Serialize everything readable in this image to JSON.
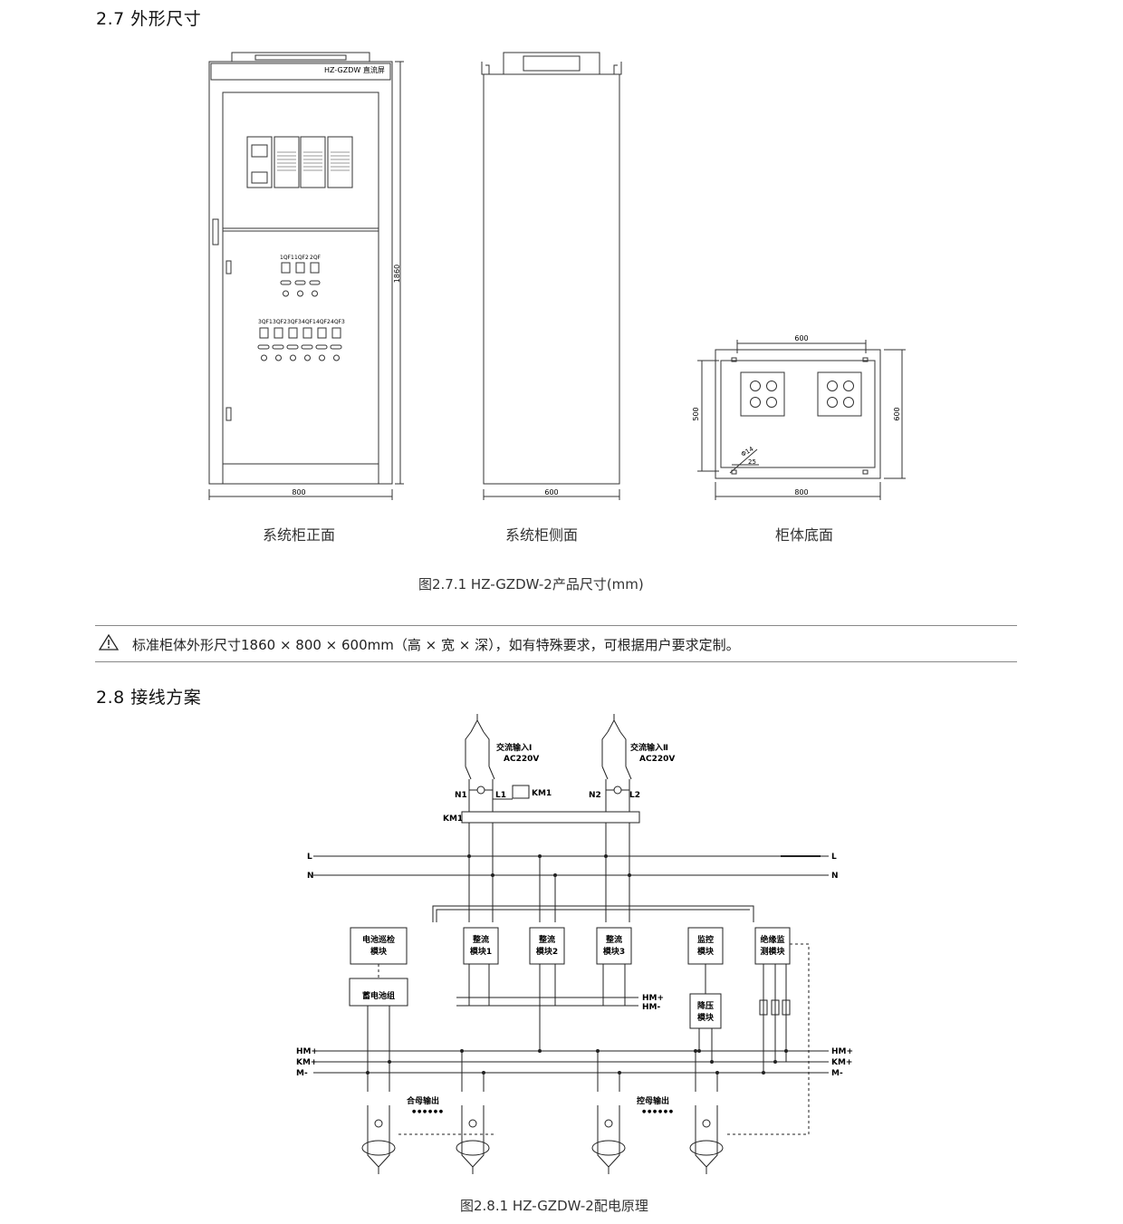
{
  "section27": {
    "heading": "2.7 外形尺寸",
    "front": {
      "brand": "HZ-GZDW 直流屏",
      "qf_row1": [
        "1QF1",
        "1QF2",
        "2QF"
      ],
      "qf_row2": [
        "3QF1",
        "3QF2",
        "3QF3",
        "4QF1",
        "4QF2",
        "4QF3"
      ],
      "height_dim": "1860",
      "width_dim": "800",
      "caption": "系统柜正面"
    },
    "side": {
      "width_dim": "600",
      "caption": "系统柜侧面"
    },
    "bottom": {
      "top_dim": "600",
      "left_dim": "500",
      "right_dim": "600",
      "width_dim": "800",
      "hole_dia": "Φ14",
      "hole_offset": "25",
      "caption": "柜体底面"
    },
    "figure_caption": "图2.7.1 HZ-GZDW-2产品尺寸(mm)",
    "warning_text": "标准柜体外形尺寸1860 × 800 × 600mm（高 × 宽 × 深），如有特殊要求，可根据用户要求定制。"
  },
  "section28": {
    "heading": "2.8 接线方案",
    "labels": {
      "ac_in1": "交流输入Ⅰ",
      "ac_in2": "交流输入Ⅱ",
      "ac_v": "AC220V",
      "n1": "N1",
      "l1": "L1",
      "km1_coil": "KM1",
      "n2": "N2",
      "l2": "L2",
      "km1_contactor": "KM1",
      "bus_l": "L",
      "bus_n": "N",
      "batt_check": [
        "电池巡检",
        "模块"
      ],
      "rect1": [
        "整流",
        "模块1"
      ],
      "rect2": [
        "整流",
        "模块2"
      ],
      "rect3": [
        "整流",
        "模块3"
      ],
      "monitor": [
        "监控",
        "模块"
      ],
      "insulation": [
        "绝缘监",
        "测模块"
      ],
      "battery": "蓄电池组",
      "step_down": [
        "降压",
        "模块"
      ],
      "hm_plus": "HM+",
      "hm_minus": "HM-",
      "km_plus": "KM+",
      "m_minus": "M-",
      "combine_out": "合母输出",
      "control_out": "控母输出",
      "dots": "● ● ● ● ● ●"
    },
    "figure_caption": "图2.8.1  HZ-GZDW-2配电原理"
  }
}
